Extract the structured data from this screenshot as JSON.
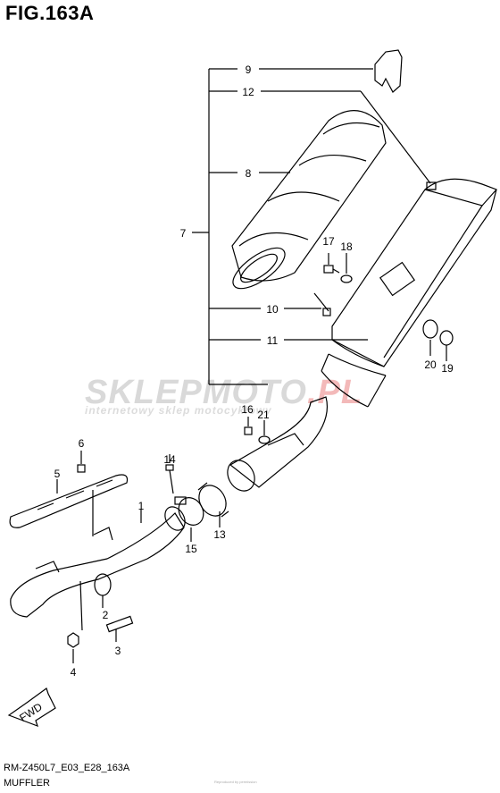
{
  "figure": {
    "title": "FIG.163A",
    "model_code": "RM-Z450L7_E03_E28_163A",
    "section": "MUFFLER"
  },
  "watermark": {
    "brand_left": "SKLEPMOTO",
    "brand_right": ".PL",
    "tagline": "internetowy sklep motocyklowy"
  },
  "fwd_label": "FWD",
  "footnote": "Reproduced by permission",
  "callouts": [
    {
      "id": "c9",
      "text": "9"
    },
    {
      "id": "c12",
      "text": "12"
    },
    {
      "id": "c8",
      "text": "8"
    },
    {
      "id": "c7",
      "text": "7"
    },
    {
      "id": "c17",
      "text": "17"
    },
    {
      "id": "c18",
      "text": "18"
    },
    {
      "id": "c10",
      "text": "10"
    },
    {
      "id": "c11",
      "text": "11"
    },
    {
      "id": "c20",
      "text": "20"
    },
    {
      "id": "c19",
      "text": "19"
    },
    {
      "id": "c16",
      "text": "16"
    },
    {
      "id": "c21",
      "text": "21"
    },
    {
      "id": "c6",
      "text": "6"
    },
    {
      "id": "c14",
      "text": "14"
    },
    {
      "id": "c5",
      "text": "5"
    },
    {
      "id": "c1",
      "text": "1"
    },
    {
      "id": "c13",
      "text": "13"
    },
    {
      "id": "c15",
      "text": "15"
    },
    {
      "id": "c2",
      "text": "2"
    },
    {
      "id": "c3",
      "text": "3"
    },
    {
      "id": "c4",
      "text": "4"
    }
  ]
}
